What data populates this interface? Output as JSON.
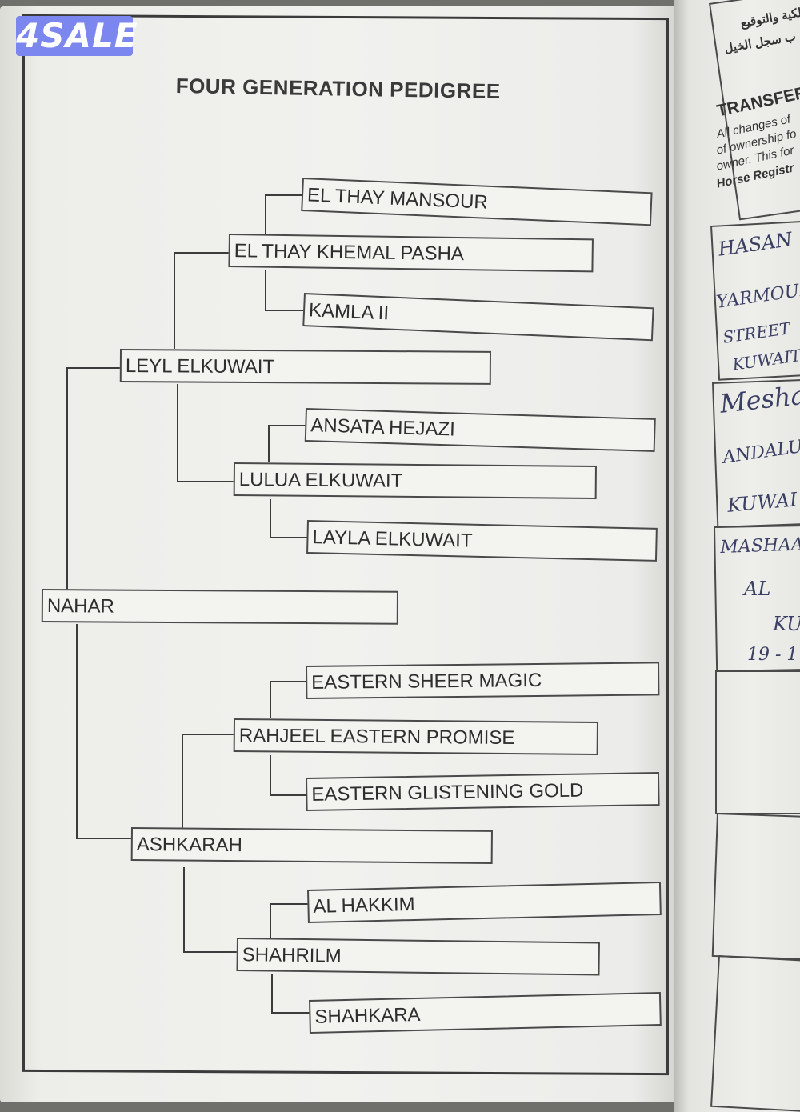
{
  "watermark": "4SALE",
  "document": {
    "title": "FOUR GENERATION PEDIGREE"
  },
  "pedigree": {
    "subject": "NAHAR",
    "sire": "LEYL ELKUWAIT",
    "sire_sire": "EL THAY KHEMAL PASHA",
    "sire_sire_sire": "EL THAY MANSOUR",
    "sire_sire_dam": "KAMLA II",
    "sire_dam": "LULUA ELKUWAIT",
    "sire_dam_sire": "ANSATA HEJAZI",
    "sire_dam_dam": "LAYLA ELKUWAIT",
    "dam": "ASHKARAH",
    "dam_sire": "RAHJEEL EASTERN PROMISE",
    "dam_sire_sire": "EASTERN SHEER MAGIC",
    "dam_sire_dam": "EASTERN GLISTENING GOLD",
    "dam_dam": "SHAHRILM",
    "dam_dam_sire": "AL HAKKIM",
    "dam_dam_dam": "SHAHKARA"
  },
  "right_page": {
    "arabic_line1": "الملكية والتوقيع",
    "arabic_line2": "ب سجل الخيل",
    "transfer_heading": "TRANSFERS",
    "transfer_text_1": "All changes of",
    "transfer_text_2": "of ownership fo",
    "transfer_text_3": "owner. This for",
    "transfer_text_4": "Horse Registr",
    "hand_1": "HASAN",
    "hand_2": "YARMOUI",
    "hand_3": "STREET",
    "hand_4": "KUWAIT",
    "hand_5": "Mesha",
    "hand_6": "ANDALU",
    "hand_7": "KUWAI",
    "hand_8": "MASHAAL",
    "hand_9": "AL",
    "hand_10": "KU",
    "hand_11": "19 - 1"
  }
}
